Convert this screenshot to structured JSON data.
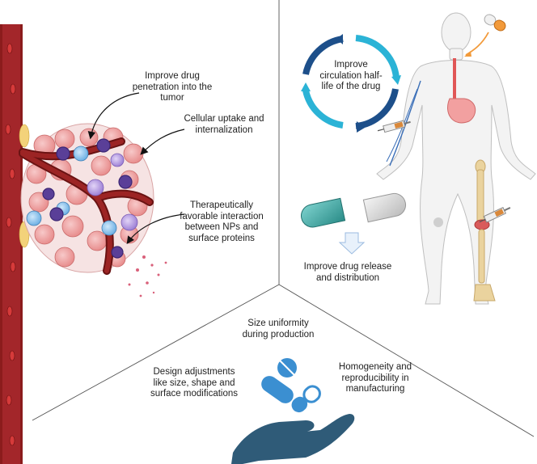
{
  "labels": {
    "tumor_penetration": "Improve drug penetration into the tumor",
    "cellular_uptake": "Cellular uptake and internalization",
    "surface_interaction": "Therapeutically favorable interaction between NPs and surface proteins",
    "circulation": "Improve circulation half-life of the drug",
    "release": "Improve drug release and distribution",
    "size_uniformity": "Size uniformity during production",
    "design_adjustments": "Design adjustments like size, shape and surface modifications",
    "homogeneity": "Homogeneity and reproducibility in manufacturing"
  },
  "colors": {
    "vessel": "#8b1c1c",
    "vessel_dark": "#5e0f0f",
    "cycle_dark": "#1d4f8a",
    "cycle_light": "#2bb3d6",
    "capsule_teal": "#3aa7a4",
    "capsule_grey": "#d8d8d8",
    "hand": "#2f5b78",
    "pill_blue": "#3b8fd1",
    "divider": "#333333"
  },
  "icons": [
    "blood-vessel-icon",
    "tumor-cells-icon",
    "cycle-arrows-icon",
    "human-body-icon",
    "capsule-icon",
    "syringe-icon",
    "hand-with-pills-icon"
  ]
}
